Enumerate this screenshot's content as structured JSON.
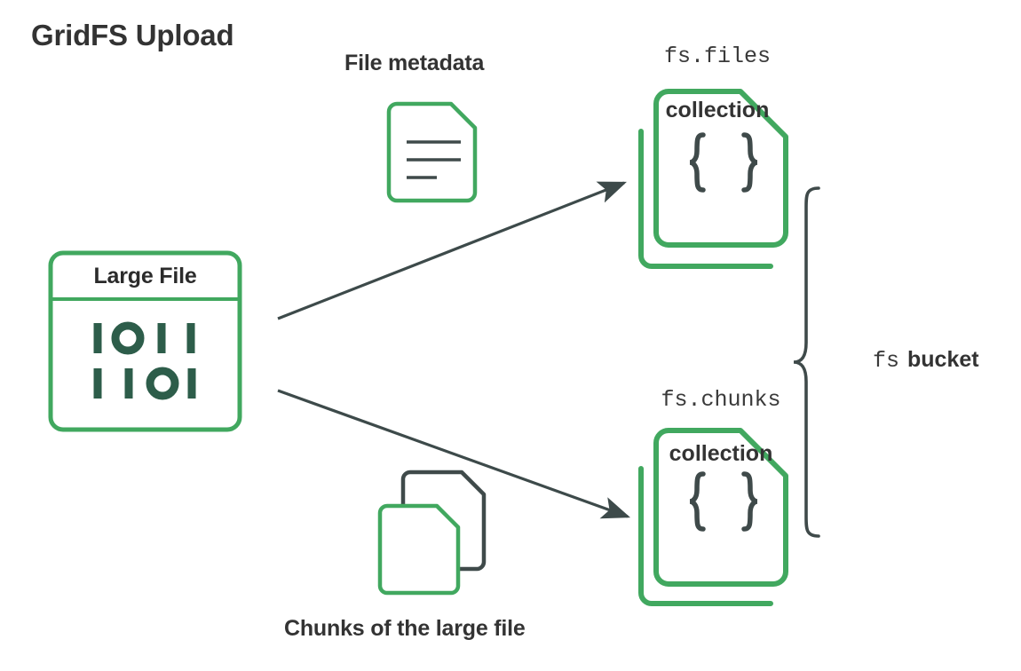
{
  "page": {
    "title": "GridFS Upload",
    "background_color": "#ffffff"
  },
  "colors": {
    "green": "#41a85f",
    "dark_green": "#2d5d4a",
    "charcoal": "#3f4a4a",
    "text_dark": "#333333",
    "arrow": "#3d4a4a"
  },
  "nodes": {
    "large_file": {
      "label": "Large File",
      "binary_row1": "1 0 1 1",
      "binary_row2": "1 1 0 1",
      "icon": "binary-file-icon"
    },
    "file_metadata": {
      "label": "File metadata",
      "icon": "document-icon"
    },
    "chunks": {
      "label": "Chunks of the large file",
      "icon": "stacked-documents-icon"
    },
    "fs_files": {
      "name": "fs.files",
      "suffix": "collection",
      "icon": "json-collection-icon",
      "braces": "{ }"
    },
    "fs_chunks": {
      "name": "fs.chunks",
      "suffix": "collection",
      "icon": "json-collection-icon",
      "braces": "{ }"
    },
    "bucket": {
      "name": "fs",
      "suffix": "bucket",
      "icon": "curly-brace-bracket"
    }
  },
  "arrows": [
    {
      "name": "arrow-large-file-to-fs-files",
      "from": "large_file",
      "to": "fs_files"
    },
    {
      "name": "arrow-large-file-to-fs-chunks",
      "from": "large_file",
      "to": "fs_chunks"
    }
  ]
}
